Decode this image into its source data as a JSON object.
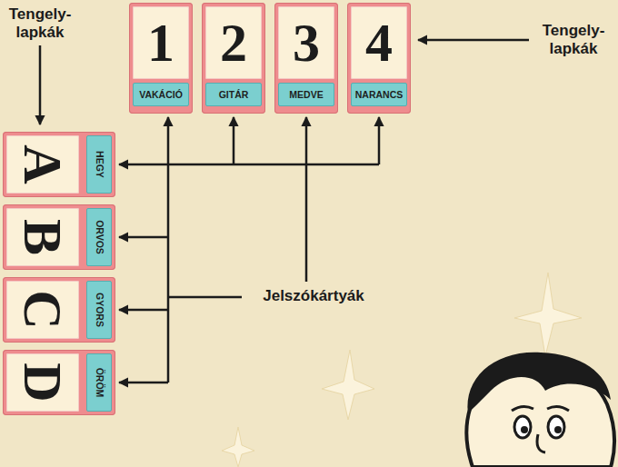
{
  "diagram": {
    "nodes": [
      {
        "text": [
          "1"
        ]
      },
      {
        "text": [
          "VAKÁCIÓ"
        ],
        "in": 0
      },
      {
        "text": [
          "2"
        ]
      },
      {
        "text": [
          "GITÁR"
        ],
        "in": 2
      },
      {
        "text": [
          "3"
        ]
      },
      {
        "text": [
          "MEDVE"
        ],
        "in": 4
      },
      {
        "text": [
          "4"
        ]
      },
      {
        "text": [
          "NARANCS"
        ],
        "in": 6
      },
      {
        "text": [
          "A"
        ]
      },
      {
        "text": [
          "HEGY"
        ],
        "in": 8
      },
      {
        "text": [
          "B"
        ]
      },
      {
        "text": [
          "ORVOS"
        ],
        "in": 10
      },
      {
        "text": [
          "C"
        ]
      },
      {
        "text": [
          "GYORS"
        ],
        "in": 12
      },
      {
        "text": [
          "D"
        ]
      },
      {
        "text": [
          "ÖRÖM"
        ],
        "in": 14
      }
    ],
    "labels": [
      "Tengely- lapkák",
      "Tengely- lapkák",
      "Jelszókártyák"
    ]
  }
}
